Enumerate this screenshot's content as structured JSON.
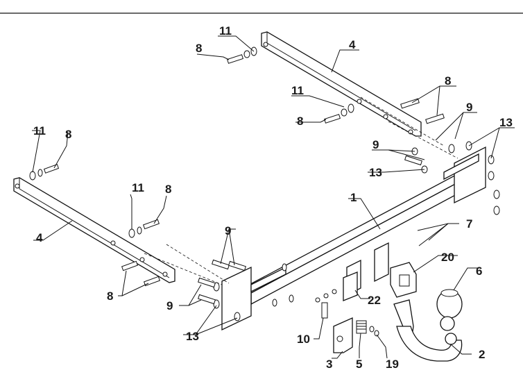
{
  "labels": {
    "l1": "1",
    "l2": "2",
    "l3": "3",
    "l4a": "4",
    "l4b": "4",
    "l5": "5",
    "l6": "6",
    "l7": "7",
    "l8a": "8",
    "l8b": "8",
    "l8c": "8",
    "l8d": "8",
    "l8e": "8",
    "l8f": "8",
    "l9a": "9",
    "l9b": "9",
    "l9c": "9",
    "l9d": "9",
    "l10": "10",
    "l11a": "11",
    "l11b": "11",
    "l11c": "11",
    "l11d": "11",
    "l13a": "13",
    "l13b": "13",
    "l13c": "13",
    "l19": "19",
    "l20": "20",
    "l22": "22"
  }
}
